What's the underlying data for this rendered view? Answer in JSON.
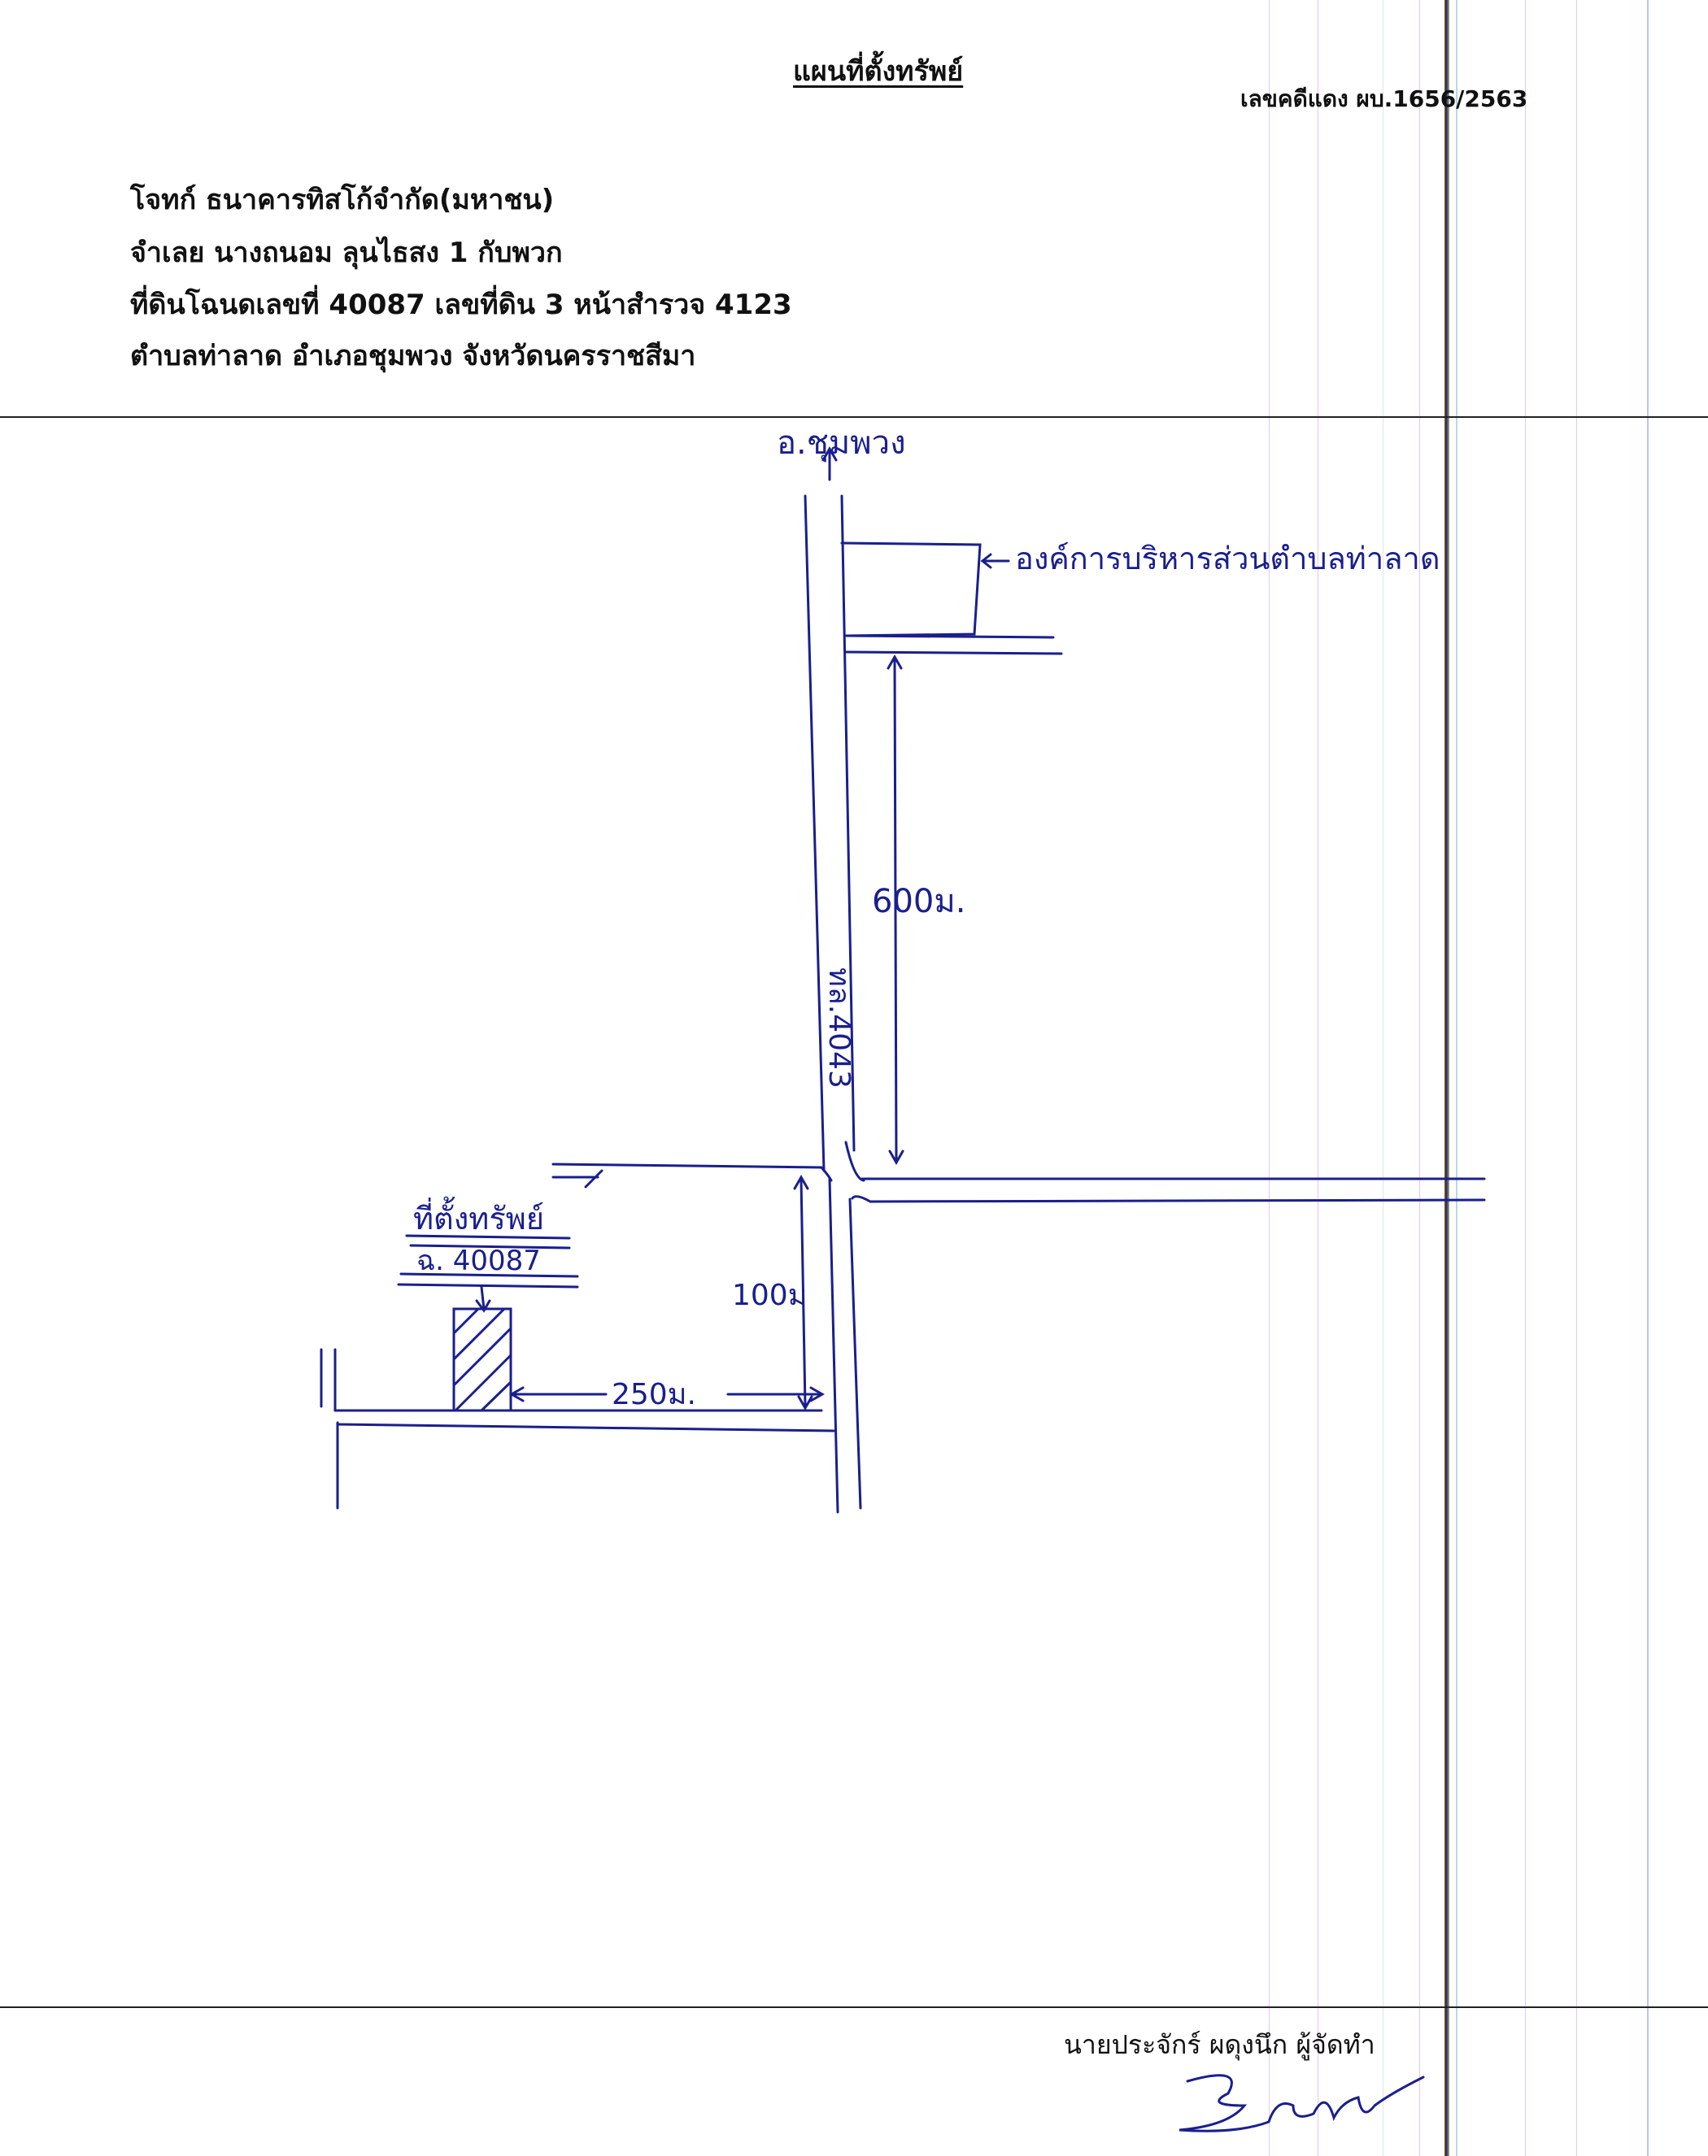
{
  "header": {
    "title": "แผนที่ตั้งทรัพย์",
    "case_number": "เลขคดีแดง ผบ.1656/2563",
    "lines": [
      "โจทก์ ธนาคารทิสโก้จำกัด(มหาชน)",
      "จำเลย นางถนอม ลุนไธสง 1 กับพวก",
      "ที่ดินโฉนดเลขที่ 40087 เลขที่ดิน 3 หน้าสำรวจ 4123",
      "ตำบลท่าลาด  อำเภอชุมพวง  จังหวัดนครราชสีมา"
    ]
  },
  "map": {
    "north_label": "อ.ชุมพวง",
    "sao_label": "องค์การบริหารส่วนตำบลท่าลาด",
    "road_label": "ทล.4043",
    "dist_600": "600ม.",
    "dist_100": "100ม",
    "dist_250": "250ม.",
    "property_label": "ที่ตั้งทรัพย์",
    "deed_label": "ฉ. 40087",
    "ink_color": "#1a1f8c"
  },
  "footer": {
    "maker": "นายประจักร์ ผดุงนึก ผู้จัดทำ"
  }
}
